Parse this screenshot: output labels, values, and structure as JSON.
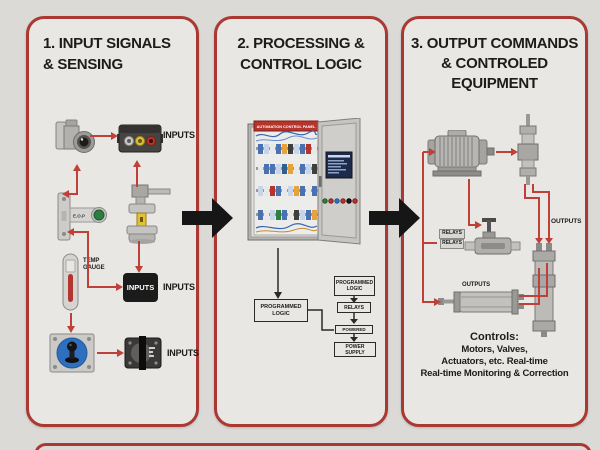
{
  "colors": {
    "background": "#dcdad7",
    "panel_background": "#e9e7e3",
    "panel_border": "#a93932",
    "wire_red": "#bf4038",
    "arrow_black": "#161616",
    "text": "#1c1c1c"
  },
  "panel1": {
    "title_line1": "1. INPUT SIGNALS",
    "title_line2": "& SENSING",
    "camera_inputs_label": "INPUTS",
    "switch_label": "E.O.P",
    "temp_gauge_line1": "TEMP",
    "temp_gauge_line2": "GAUGE",
    "inputs_box_text": "INPUTS",
    "inputs_box_label": "INPUTS",
    "toggle_inputs_label": "INPUTS"
  },
  "panel2": {
    "title_line1": "2. PROCESSING &",
    "title_line2": "CONTROL LOGIC",
    "cabinet_banner": "AUTOMATION CONTROL PANEL",
    "flow_main_box": "PROGRAMMED LOGIC",
    "flow_chain": [
      "PROGRAMMED LOGIC",
      "RELAYS",
      "POWERED",
      "POWER SUPPLY"
    ]
  },
  "panel3": {
    "title_line1": "3. OUTPUT COMMANDS",
    "title_line2": "& CONTROLED",
    "title_line3": "EQUIPMENT",
    "relays_tag_top": "RELAYS",
    "relays_tag_bottom": "RELAYS",
    "outputs_label_right": "OUTPUTS",
    "outputs_label_bottom": "OUTPUTS",
    "footer_line1": "Controls:",
    "footer_line2": "Motors, Valves,",
    "footer_line3": "Actuators, etc. Real-time",
    "footer_line4": "Real-time Monitoring & Correction"
  }
}
